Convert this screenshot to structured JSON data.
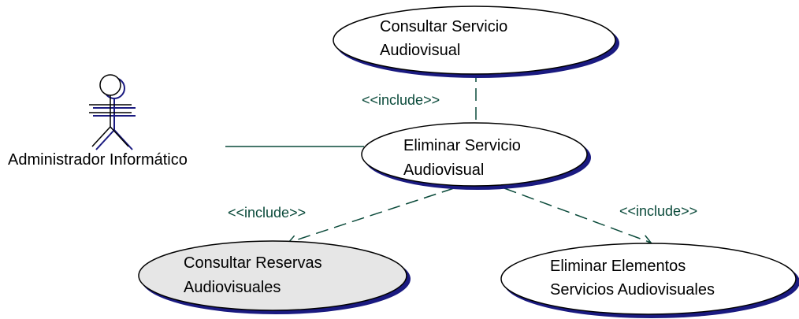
{
  "actor": {
    "name": "Administrador Informático",
    "icon": "stick-figure-icon"
  },
  "use_cases": {
    "consultar_servicio": {
      "line1": "Consultar Servicio",
      "line2": "Audiovisual",
      "fill": "#ffffff"
    },
    "eliminar_servicio": {
      "line1": "Eliminar Servicio",
      "line2": "Audiovisual",
      "fill": "#ffffff"
    },
    "consultar_reservas": {
      "line1": "Consultar Reservas",
      "line2": "Audiovisuales",
      "fill": "#e6e6e6"
    },
    "eliminar_elementos": {
      "line1": "Eliminar Elementos",
      "line2": "Servicios Audiovisuales",
      "fill": "#ffffff"
    }
  },
  "relations": {
    "include_top": "<<include>>",
    "include_left": "<<include>>",
    "include_right": "<<include>>"
  },
  "colors": {
    "shadow": "#1a1a80",
    "connector": "#0a4a3a",
    "outline": "#000000"
  }
}
